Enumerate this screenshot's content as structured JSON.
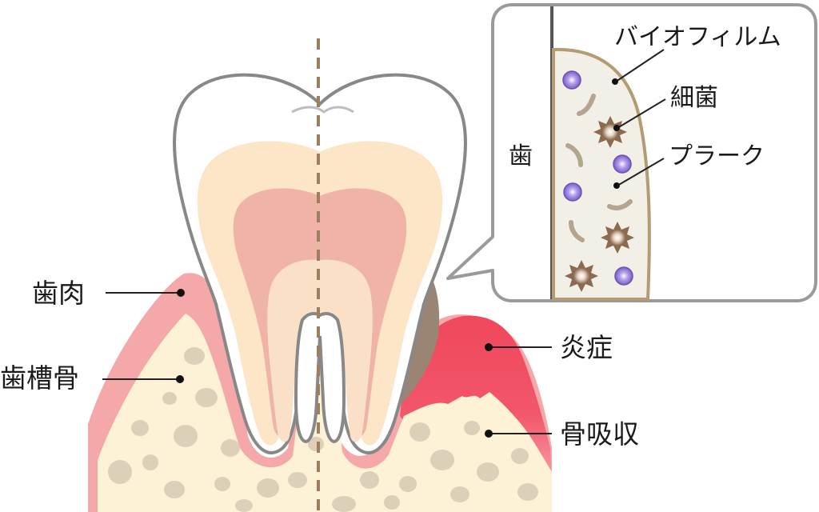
{
  "labels": {
    "gum": "歯肉",
    "alveolar_bone": "歯槽骨",
    "inflammation": "炎症",
    "bone_resorption": "骨吸収"
  },
  "inset": {
    "tooth_label": "歯",
    "biofilm_label": "バイオフィルム",
    "bacteria_label": "細菌",
    "plaque_label": "プラーク"
  },
  "colors": {
    "gum": "#f4a8aa",
    "bone": "#fdf1d6",
    "bone_spots": "#ddd0b8",
    "enamel_outline": "#888888",
    "dentin": "#fde6c8",
    "pulp": "#efb3a8",
    "inflamed_gum": "#f0475c",
    "tartar": "#9a8473",
    "center_line": "#9c7f5f",
    "biofilm_edge": "#b39b74",
    "biofilm_fill": "#f2efe6",
    "bacteria_purple": "#8a6fd1",
    "bacteria_brown": "#8b6a4f"
  }
}
